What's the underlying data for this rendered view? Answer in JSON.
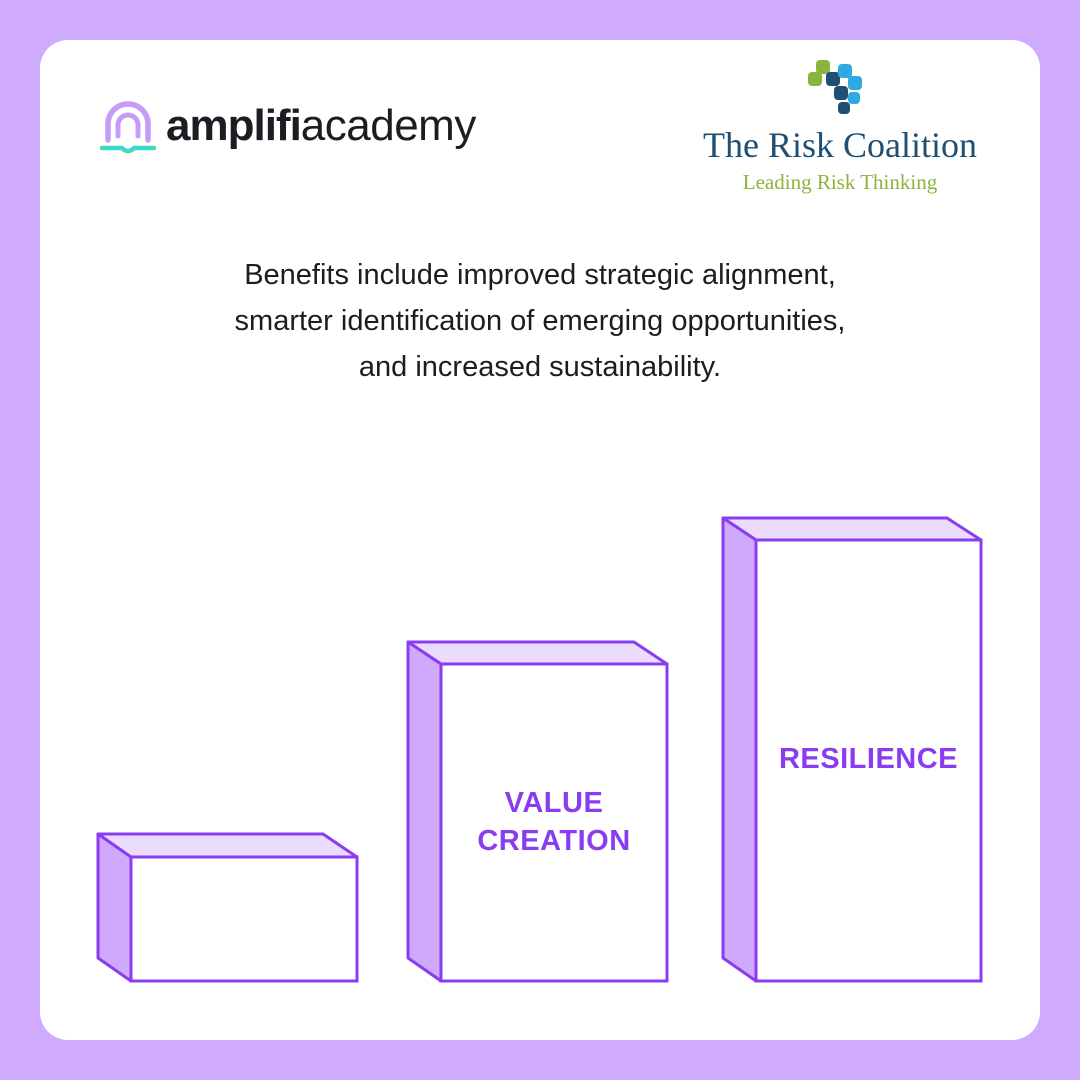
{
  "brand": {
    "amplifi_bold": "amplifi",
    "amplifi_light": "academy",
    "amplifi_icon": "amplifi-arch-book-icon",
    "risk_name": "The Risk Coalition",
    "risk_tagline": "Leading Risk Thinking",
    "risk_icon": "risk-coalition-puzzle-icon"
  },
  "blurb": {
    "line1": "Benefits include improved strategic alignment,",
    "line2": "smarter identification of emerging opportunities,",
    "line3": "and increased sustainability."
  },
  "blocks": [
    {
      "level": 1,
      "label_lines": []
    },
    {
      "level": 2,
      "label_lines": [
        "VALUE",
        "CREATION"
      ]
    },
    {
      "level": 3,
      "label_lines": [
        "RESILIENCE"
      ]
    }
  ],
  "colors": {
    "background": "#d0aafc",
    "card": "#ffffff",
    "block_stroke": "#8a3df0",
    "block_side": "#cfa9fc",
    "block_top": "#ebdcfd",
    "label": "#8a3df0",
    "risk_blue": "#1f4f73",
    "risk_green": "#8cb43c",
    "amplifi_teal": "#3ed8c6",
    "amplifi_purple": "#c59cf7"
  }
}
